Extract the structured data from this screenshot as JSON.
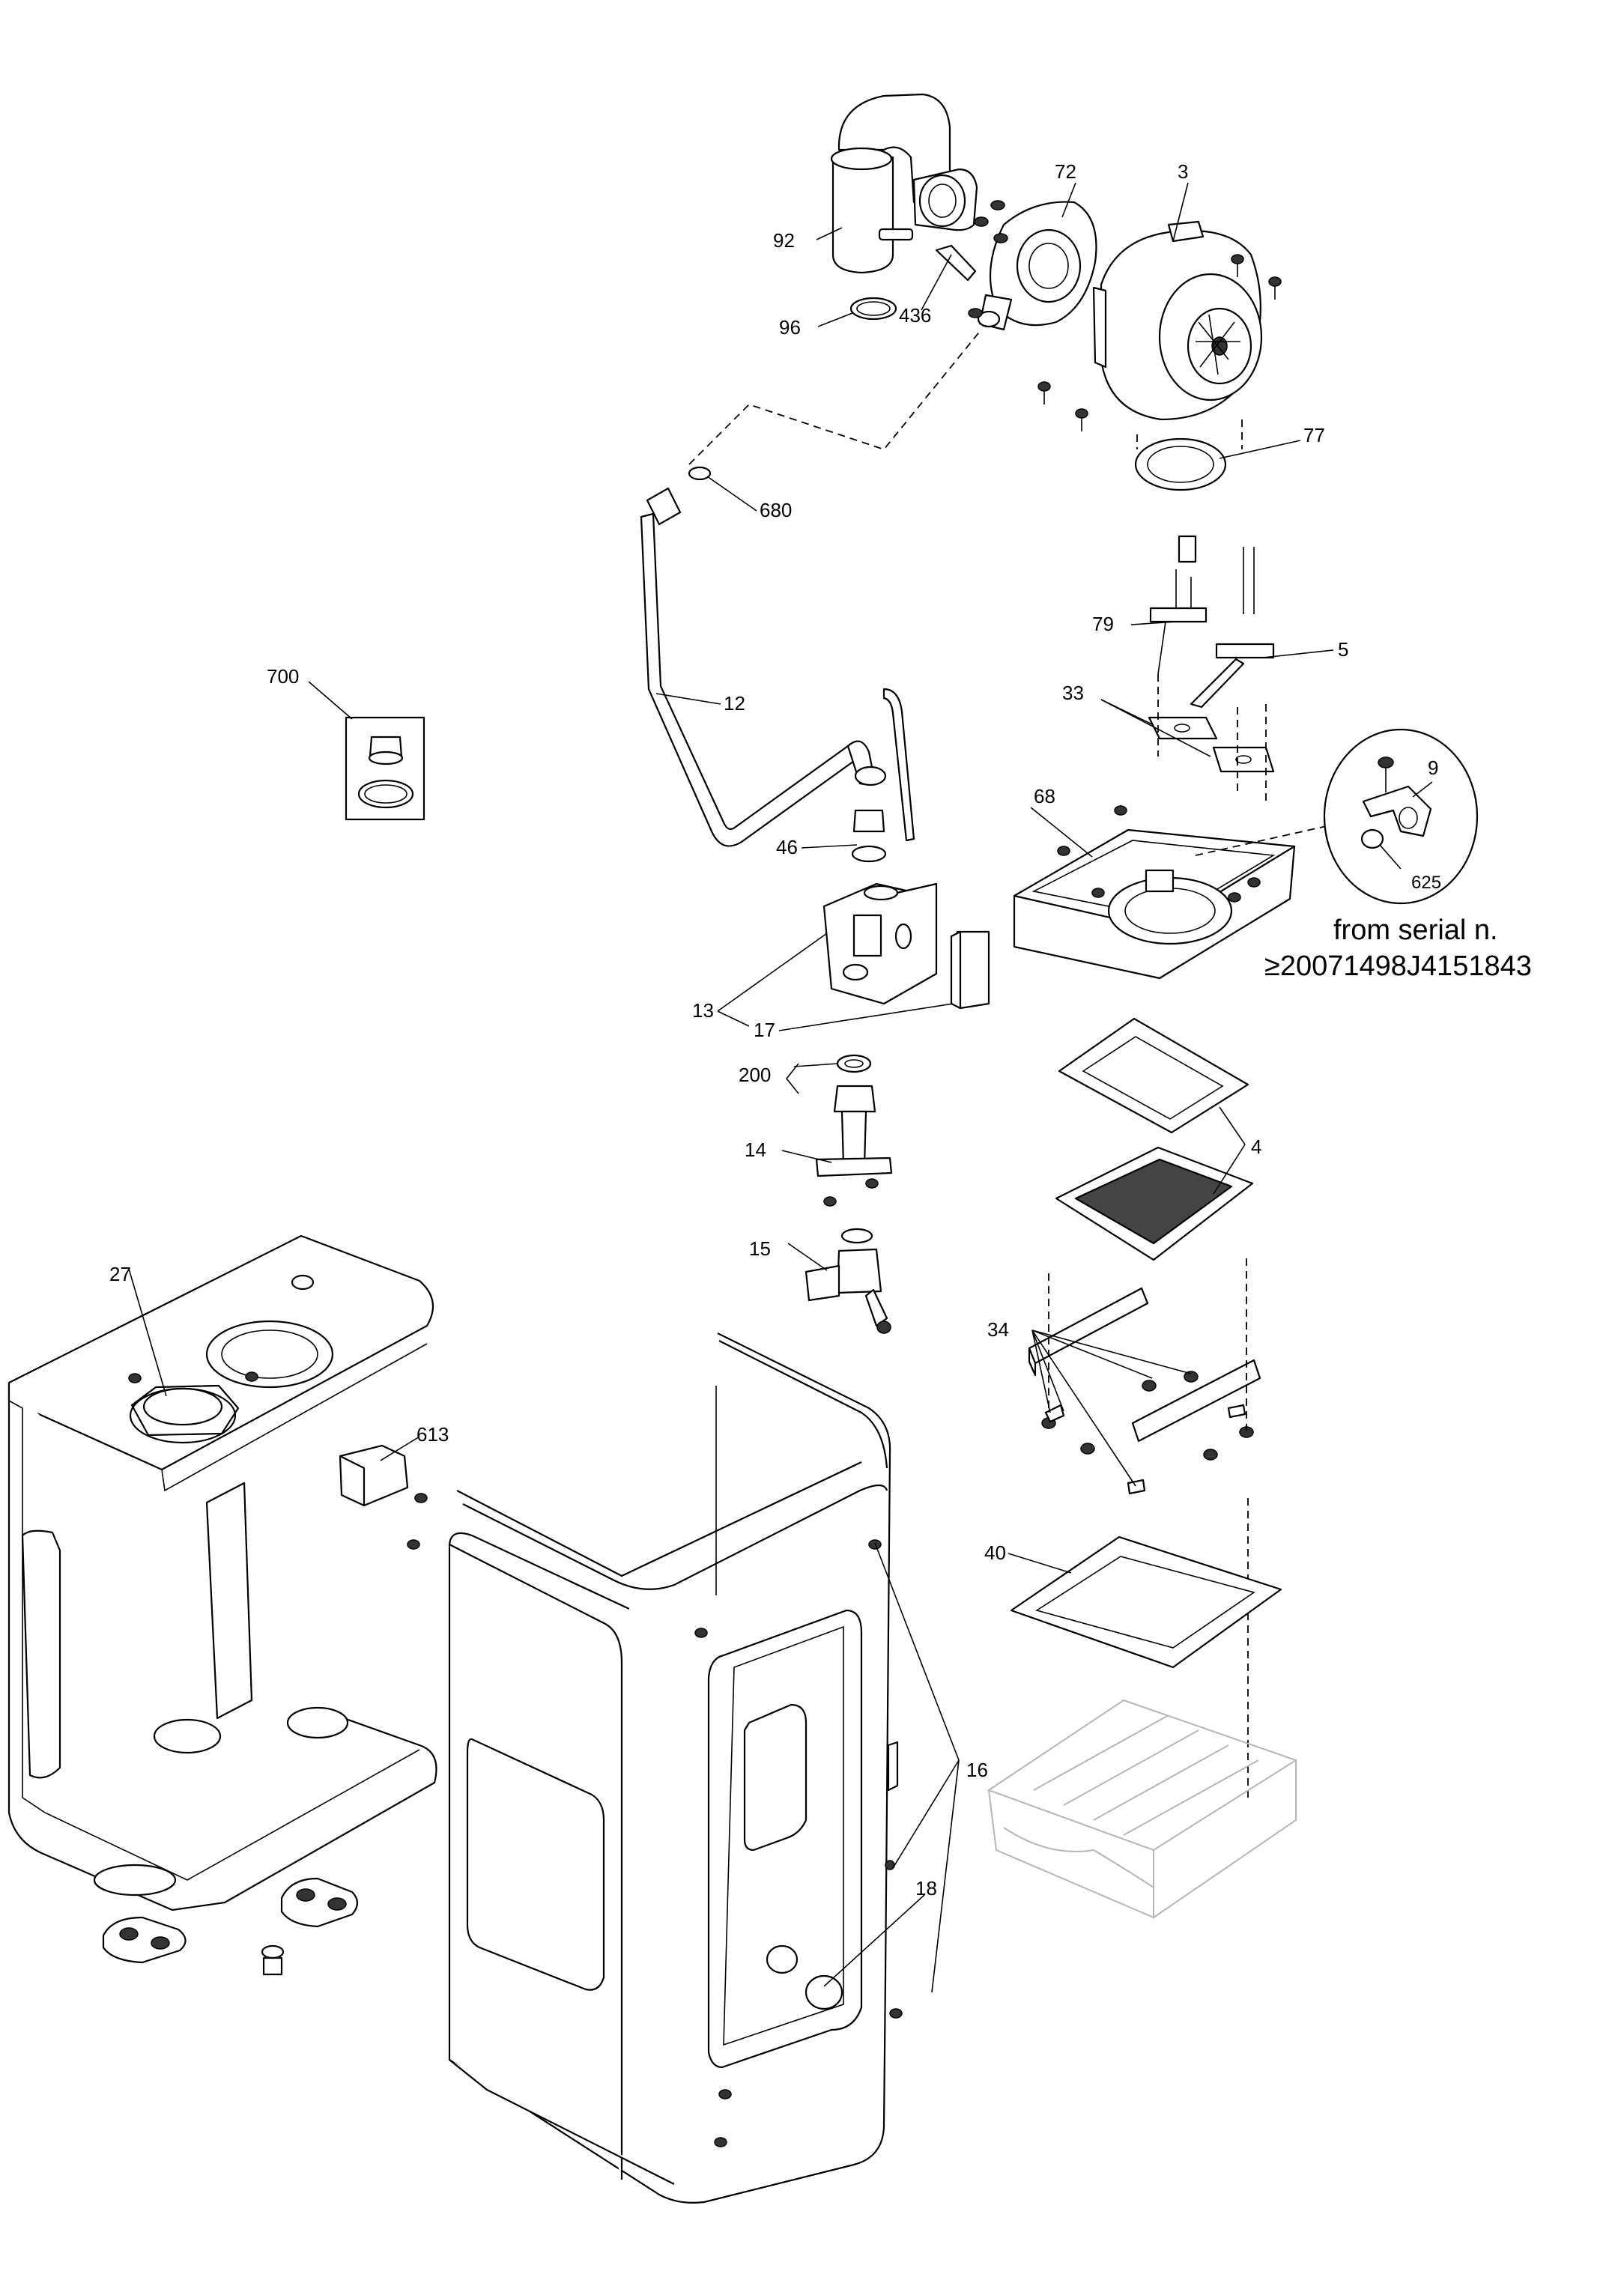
{
  "labels": {
    "l3": "3",
    "l72": "72",
    "l92": "92",
    "l436": "436",
    "l96": "96",
    "l77": "77",
    "l680": "680",
    "l79": "79",
    "l5": "5",
    "l33": "33",
    "l700": "700",
    "l12": "12",
    "l9": "9",
    "l68": "68",
    "l46": "46",
    "l625": "625",
    "l13": "13",
    "l17": "17",
    "l200": "200",
    "l14": "14",
    "l4": "4",
    "l15": "15",
    "l34": "34",
    "l27": "27",
    "l613": "613",
    "l40": "40",
    "l16": "16",
    "l18": "18"
  },
  "note": {
    "line1": "from serial n.",
    "line2": "≥20071498J4151843"
  }
}
